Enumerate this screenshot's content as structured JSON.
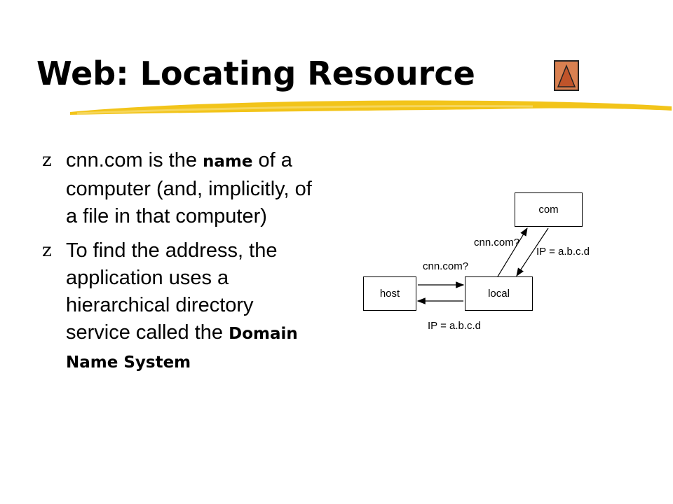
{
  "slide": {
    "title": "Web: Locating Resource",
    "nav_icon": "up-triangle-icon",
    "colors": {
      "underline": "#f2c41a",
      "nav_button": "#d98050"
    }
  },
  "bullets": [
    {
      "lines": [
        "cnn.com is the ",
        "name",
        " of a computer (and, implicitly, of a file in that computer)"
      ]
    },
    {
      "lines": [
        "To find the address, the application uses a hierarchical directory service called the ",
        "Domain Name System"
      ]
    }
  ],
  "diagram": {
    "nodes": {
      "com": "com",
      "host": "host",
      "local": "local"
    },
    "labels": {
      "local_to_com": "cnn.com?",
      "com_to_local": "IP = a.b.c.d",
      "host_to_local": "cnn.com?",
      "local_to_host": "IP = a.b.c.d"
    }
  }
}
